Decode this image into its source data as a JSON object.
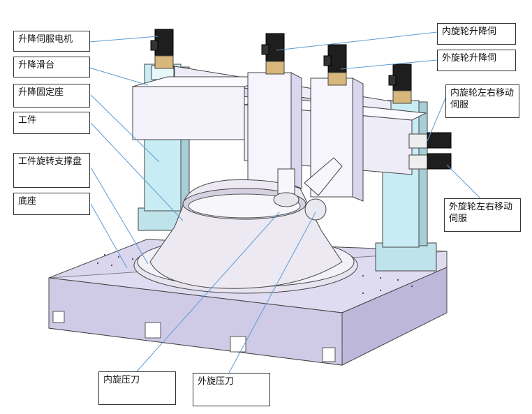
{
  "labels": {
    "lift_servo_motor": "升降伺服电机",
    "lift_slide": "升降滑台",
    "lift_fixed_seat": "升降固定座",
    "workpiece": "工件",
    "workpiece_rotary_support_plate": "工件旋转支撑盘",
    "base": "底座",
    "inner_roller_lift_servo": "内旋轮升降伺",
    "outer_roller_lift_servo": "外旋轮升降伺",
    "inner_roller_lateral_servo": "内旋轮左右移动伺服",
    "outer_roller_lateral_servo": "外旋轮左右移动伺服",
    "inner_spinning_tool": "内旋压刀",
    "outer_spinning_tool": "外旋压刀"
  },
  "colors": {
    "base_fill": "#d9d6ee",
    "column_fill": "#c8ecf3",
    "beam_fill": "#f4f2fb",
    "motor_fill": "#1e1e1e",
    "leader_line": "#5b9bd5"
  }
}
